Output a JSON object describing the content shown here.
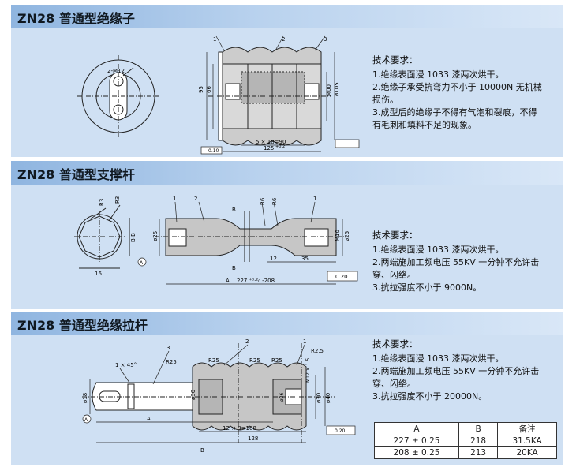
{
  "sections": [
    {
      "title": "ZN28 普通型绝缘子",
      "requirements_title": "技术要求：",
      "requirements": [
        "1.绝缘表面浸 1033 漆两次烘干。",
        "2.绝缘子承受抗弯力不小于 10000N 无机械",
        "损伤。",
        "3.成型后的绝缘子不得有气泡和裂痕，不得",
        "有毛刺和填料不足的现象。"
      ],
      "labels": {
        "thread": "2-M12",
        "dim_sheds": "5 × 18=90",
        "dim_total": "125",
        "dim_total_tol": "+0.2",
        "dia_outer": "ø105",
        "dia_inner": "M00",
        "h1": "95",
        "h2": "66",
        "flatness": "0.10",
        "callouts": [
          "1",
          "2",
          "3"
        ]
      }
    },
    {
      "title": "ZN28 普通型支撑杆",
      "requirements_title": "技术要求：",
      "requirements": [
        "1.绝缘表面浸 1033 漆两次烘干。",
        "2.两端施加工频电压 55KV 一分钟不允许击",
        "穿、闪络。",
        "3.抗拉强度不小于 9000N。"
      ],
      "labels": {
        "r3a": "R3",
        "r3b": "R3",
        "r6a": "R6",
        "r6b": "R6",
        "bb": "B-B",
        "b": "B",
        "d16": "16",
        "d25": "ø25",
        "d25b": "ø25",
        "m10": "M10",
        "d12": "12",
        "d35": "35",
        "len": "227 ⁺⁰·²₀ -208",
        "len_prefix": "A",
        "tol": "0.20",
        "datum": "A",
        "callouts": [
          "1",
          "2",
          "1"
        ]
      }
    },
    {
      "title": "ZN28 普通型绝缘拉杆",
      "requirements_title": "技术要求：",
      "requirements": [
        "1.绝缘表面浸 1033 漆两次烘干。",
        "2.两端施加工频电压 55KV 一分钟不允许击",
        "穿、闪络。",
        "3.抗拉强度不小于 20000N。"
      ],
      "labels": {
        "chamfer": "1 × 45°",
        "r25": [
          "R25",
          "R25",
          "R25",
          "R25",
          "R2.5"
        ],
        "m12": "M12 × 1.5",
        "d30": "ø30",
        "d30b": "ø30",
        "d40": "ø40",
        "d18": "ø18",
        "d26": "ø26",
        "pitch": "12 × 9=108",
        "len128": "128",
        "a": "A",
        "b": "B",
        "tol": "0.20",
        "datum": "A",
        "callouts": [
          "3",
          "2",
          "1"
        ]
      },
      "table": {
        "headers": [
          "A",
          "B",
          "备注"
        ],
        "rows": [
          [
            "227 ± 0.25",
            "218",
            "31.5KA"
          ],
          [
            "208 ± 0.25",
            "213",
            "20KA"
          ]
        ]
      }
    }
  ]
}
